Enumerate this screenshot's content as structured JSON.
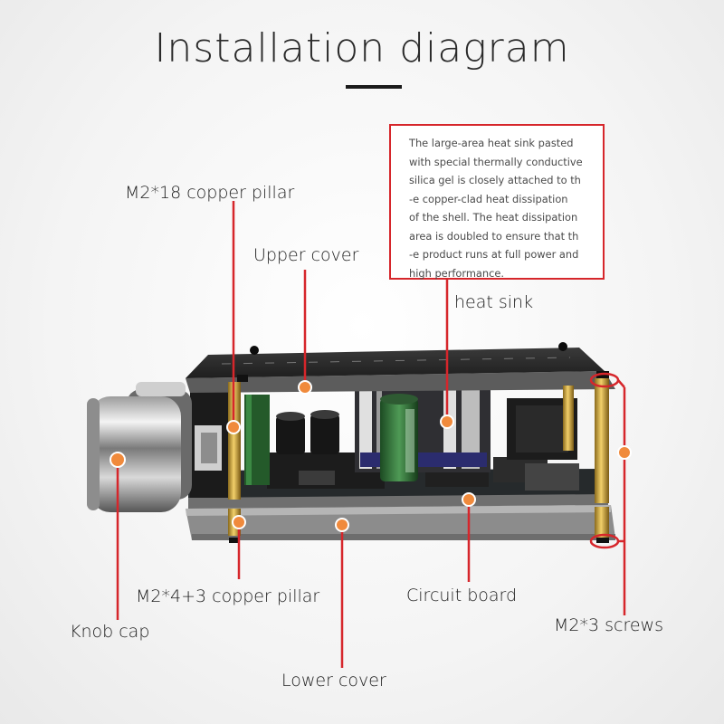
{
  "title": "Installation diagram",
  "note": {
    "lines": [
      "The large-area heat sink pasted",
      "with special thermally conductive",
      "silica gel is closely attached to th",
      "-e copper-clad heat dissipation",
      "of the shell. The heat dissipation",
      "area is doubled to ensure that th",
      "-e product runs at full power and",
      "high performance."
    ]
  },
  "labels": {
    "m2_18_pillar": "M2*18 copper pillar",
    "upper_cover": "Upper cover",
    "heat_sink": "heat sink",
    "m2_4_3_pillar": "M2*4+3 copper pillar",
    "circuit_board": "Circuit board",
    "knob_cap": "Knob cap",
    "m2_3_screws": "M2*3 screws",
    "lower_cover": "Lower cover"
  },
  "colors": {
    "accent": "#d6262b",
    "dot": "#f08a3c"
  }
}
